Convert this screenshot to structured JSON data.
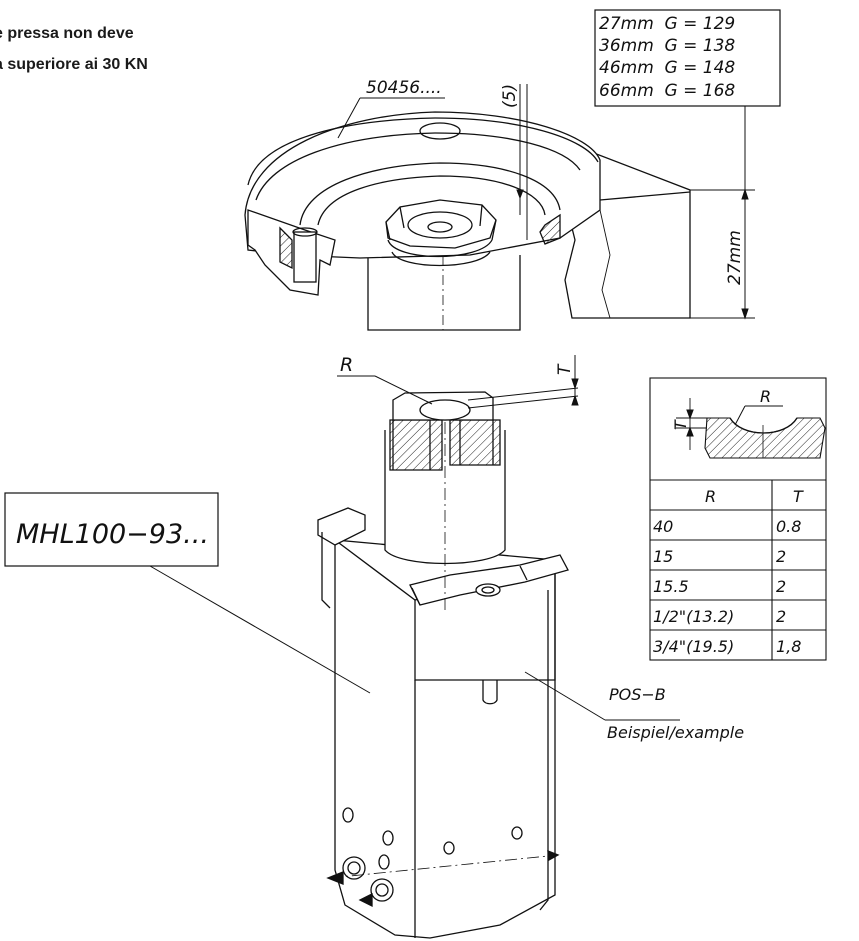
{
  "note": {
    "line1": "e pressa non deve",
    "line2": "a superiore ai 30 KN"
  },
  "size_table": {
    "rows": [
      "27mm  G = 129",
      "36mm  G = 138",
      "46mm  G = 148",
      "66mm  G = 168"
    ]
  },
  "labels": {
    "part_top": "50456....",
    "dim_5": "(5)",
    "dim_27": "27mm",
    "radius": "R",
    "thickness": "T",
    "part_main": "MHL100−93...",
    "pos": "POS−B",
    "example": "Beispiel/example"
  },
  "rt_table": {
    "detail_r": "R",
    "detail_t": "T",
    "header": [
      "R",
      "T"
    ],
    "rows": [
      [
        "40",
        "0.8"
      ],
      [
        "15",
        "2"
      ],
      [
        "15.5",
        "2"
      ],
      [
        "1/2\"(13.2)",
        "2"
      ],
      [
        "3/4\"(19.5)",
        "1,8"
      ]
    ]
  }
}
